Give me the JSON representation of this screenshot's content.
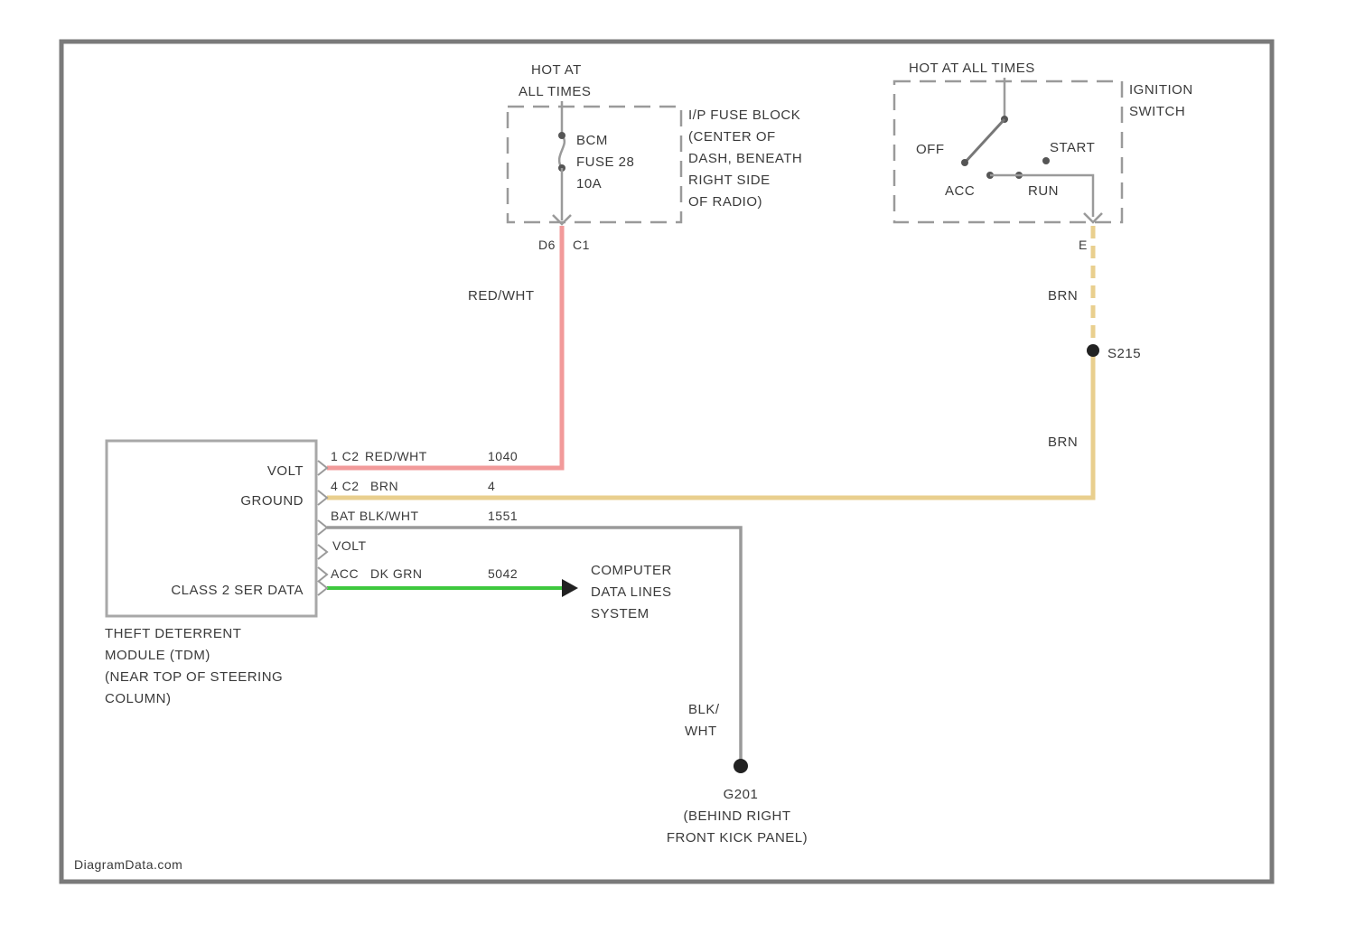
{
  "fuse_block": {
    "hot_line1": "HOT AT",
    "hot_line2": "ALL TIMES",
    "fuse_line1": "BCM",
    "fuse_line2": "FUSE 28",
    "fuse_line3": "10A",
    "desc_line1": "I/P FUSE BLOCK",
    "desc_line2": "(CENTER OF",
    "desc_line3": "DASH, BENEATH",
    "desc_line4": "RIGHT SIDE",
    "desc_line5": "OF RADIO)",
    "connector_left": "D6",
    "connector_right": "C1"
  },
  "ignition_switch": {
    "hot_label": "HOT AT ALL TIMES",
    "title_line1": "IGNITION",
    "title_line2": "SWITCH",
    "pos_off": "OFF",
    "pos_acc": "ACC",
    "pos_run": "RUN",
    "pos_start": "START",
    "pin": "E"
  },
  "wires": {
    "red_wht_label": "RED/WHT",
    "brn_label_upper": "BRN",
    "brn_label_lower": "BRN",
    "splice": "S215",
    "blk_wht_line1": "BLK/",
    "blk_wht_line2": "WHT"
  },
  "module": {
    "pin1_label": "VOLT",
    "pin2_label": "GROUND",
    "pin3_label": "CLASS 2 SER DATA",
    "caption_line1": "THEFT DETERRENT",
    "caption_line2": "MODULE (TDM)",
    "caption_line3": "(NEAR TOP OF STEERING",
    "caption_line4": "COLUMN)",
    "row1_pin": "1  C2",
    "row1_color": "RED/WHT",
    "row1_circuit": "1040",
    "row2_pin": "4  C2",
    "row2_color": "BRN",
    "row2_circuit": "4",
    "row3_text": "BAT  BLK/WHT",
    "row3_circuit": "1551",
    "row4_text": "VOLT",
    "row5_text": "ACC",
    "row5_color": "DK GRN",
    "row5_circuit": "5042"
  },
  "data_link": {
    "line1": "COMPUTER",
    "line2": "DATA LINES",
    "line3": "SYSTEM"
  },
  "ground": {
    "line1": "G201",
    "line2": "(BEHIND RIGHT",
    "line3": "FRONT KICK PANEL)"
  },
  "watermark": "DiagramData.com",
  "colors": {
    "red_wire": "#f29a9a",
    "brown_wire": "#e9cf8e",
    "green_wire": "#3ec83e",
    "black_wire": "#9a9a9a",
    "frame": "#7a7a7a"
  }
}
